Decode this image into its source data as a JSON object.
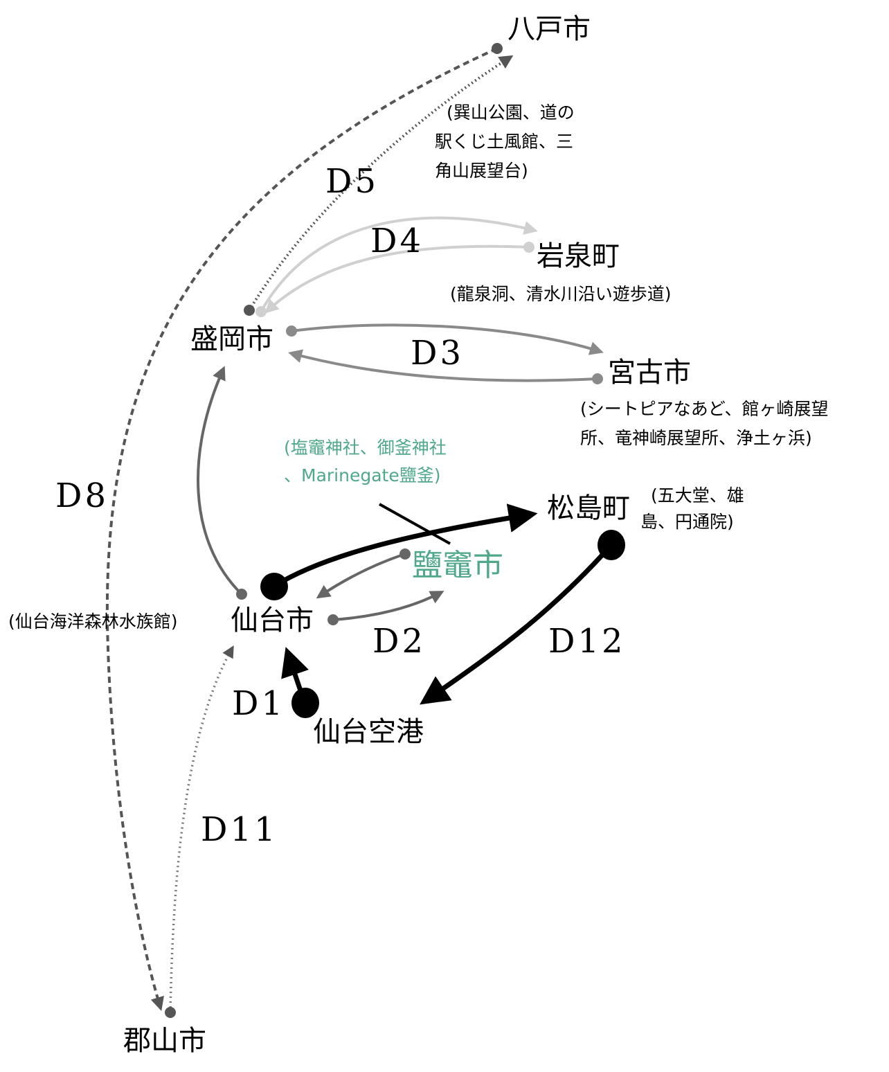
{
  "colors": {
    "teal": "#4fa88a",
    "dark": "#555555",
    "mid": "#8a8a8a",
    "light": "#d0d0d0",
    "black": "#000000"
  },
  "cities": {
    "hachinohe": "八戸市",
    "iwaizumi": "岩泉町",
    "morioka": "盛岡市",
    "miyako": "宮古市",
    "matsushima": "松島町",
    "shiogama": "鹽竈市",
    "sendai": "仙台市",
    "airport": "仙台空港",
    "koriyama": "郡山市"
  },
  "notes": {
    "hachinohe": [
      "(巽山公園、道の",
      "駅くじ土風館、三",
      "角山展望台)"
    ],
    "iwaizumi": [
      "(龍泉洞、清水川沿い遊歩道)"
    ],
    "miyako": [
      "(シートピアなあど、館ヶ崎展望",
      "所、竜神崎展望所、浄土ヶ浜)"
    ],
    "shiogama": [
      "(塩竈神社、御釜神社",
      "、Marinegate鹽釜)"
    ],
    "matsushima": [
      "(五大堂、雄",
      "島、円通院)"
    ],
    "sendai": [
      "(仙台海洋森林水族館)"
    ]
  },
  "edges": {
    "d1": "D1",
    "d2": "D2",
    "d3": "D3",
    "d4": "D4",
    "d5": "D5",
    "d8": "D8",
    "d11": "D11",
    "d12": "D12"
  }
}
